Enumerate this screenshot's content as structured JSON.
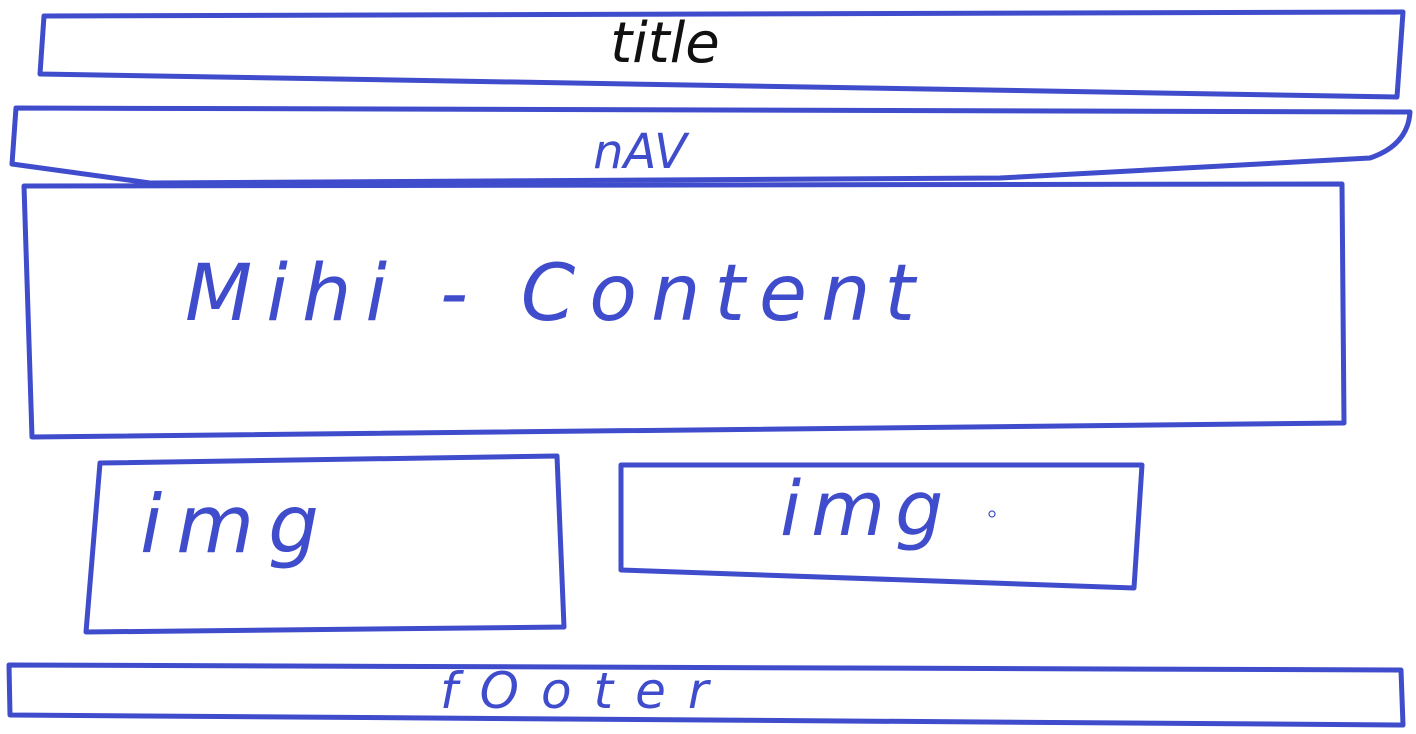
{
  "wireframe": {
    "title": "title",
    "nav": "nAV",
    "main_content": "Mihi - Content",
    "images": [
      {
        "label": "img"
      },
      {
        "label": "img"
      }
    ],
    "footer": "fOoter"
  },
  "colors": {
    "stroke": "#3f4ccb",
    "title_text": "#111111",
    "text": "#3f4ccb",
    "background": "#ffffff"
  }
}
